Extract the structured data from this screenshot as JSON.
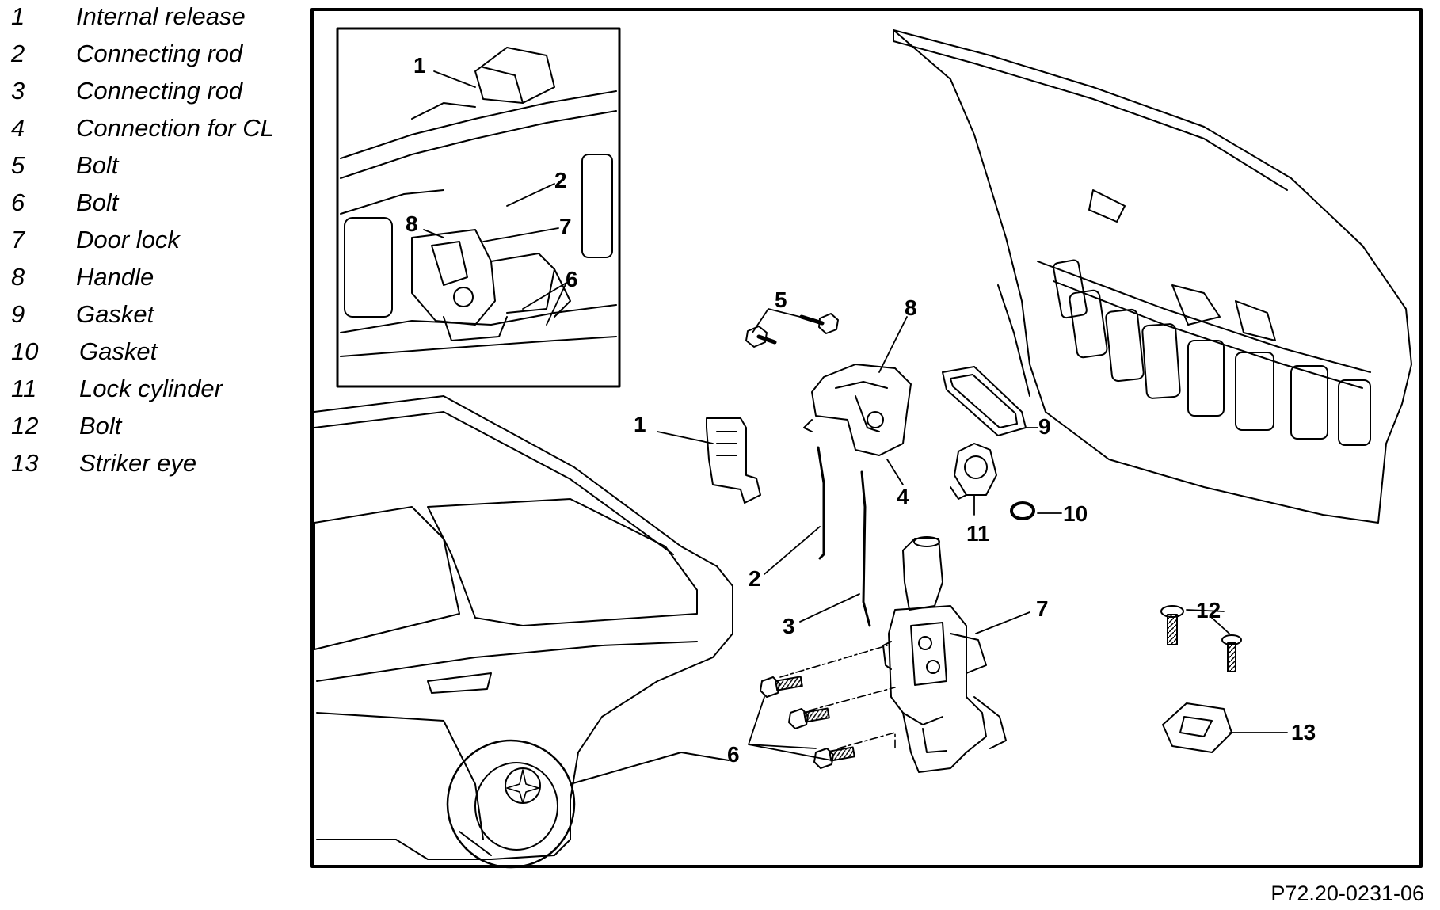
{
  "legend": [
    {
      "num": "1",
      "label": "Internal release"
    },
    {
      "num": "2",
      "label": "Connecting rod"
    },
    {
      "num": "3",
      "label": "Connecting rod"
    },
    {
      "num": "4",
      "label": "Connection for CL"
    },
    {
      "num": "5",
      "label": "Bolt"
    },
    {
      "num": "6",
      "label": "Bolt"
    },
    {
      "num": "7",
      "label": "Door lock"
    },
    {
      "num": "8",
      "label": "Handle"
    },
    {
      "num": "9",
      "label": "Gasket"
    },
    {
      "num": "10",
      "label": "Gasket"
    },
    {
      "num": "11",
      "label": "Lock cylinder"
    },
    {
      "num": "12",
      "label": "Bolt"
    },
    {
      "num": "13",
      "label": "Striker eye"
    }
  ],
  "inset_callouts": {
    "c1": "1",
    "c2": "2",
    "c6": "6",
    "c7": "7",
    "c8": "8"
  },
  "callouts": {
    "c1": "1",
    "c2": "2",
    "c3": "3",
    "c4": "4",
    "c5": "5",
    "c6": "6",
    "c7": "7",
    "c8": "8",
    "c9": "9",
    "c10": "10",
    "c11": "11",
    "c12": "12",
    "c13": "13"
  },
  "reference_code": "P72.20-0231-06",
  "colors": {
    "line": "#000000",
    "background": "#ffffff"
  }
}
